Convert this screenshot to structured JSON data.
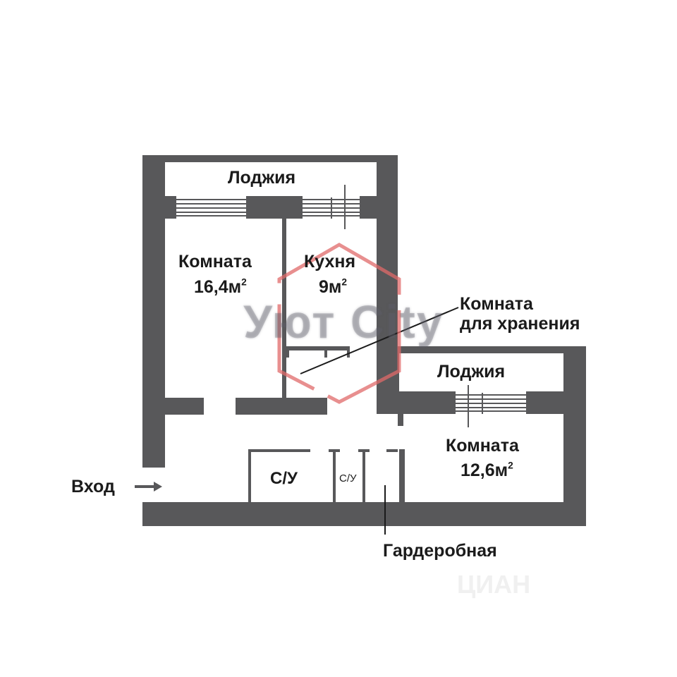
{
  "rooms": {
    "loggia_top": "Лоджия",
    "room1_name": "Комната",
    "room1_area": "16,4м",
    "kitchen_name": "Кухня",
    "kitchen_area": "9м",
    "storage_line1": "Комната",
    "storage_line2": "для хранения",
    "loggia_right": "Лоджия",
    "room2_name": "Комната",
    "room2_area": "12,6м",
    "bath_large": "С/У",
    "bath_small": "С/У",
    "wardrobe": "Гардеробная",
    "entrance": "Вход",
    "area_unit_power": "2"
  },
  "watermark": {
    "text": "Уют City",
    "hex_color": "#e06a6a"
  },
  "colors": {
    "wall": "#58585a",
    "thin_wall": "#58585a",
    "background": "#ffffff",
    "text": "#1b1b1b"
  }
}
